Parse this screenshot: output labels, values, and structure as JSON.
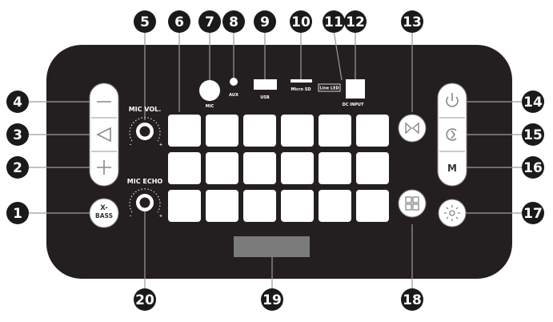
{
  "labels": {
    "mic_vol": "MIC VOL.",
    "mic_echo": "MIC ECHO",
    "mic": "MIC",
    "aux": "AUX",
    "usb": "USB",
    "micro_sd": "Micro SD",
    "line_led": "Line LED",
    "dc_input": "DC INPUT",
    "xbass_line1": "X-",
    "xbass_line2": "BASS",
    "mode_letter": "M",
    "knob_minus": "-",
    "knob_plus": "+"
  },
  "callouts": [
    "1",
    "2",
    "3",
    "4",
    "5",
    "6",
    "7",
    "8",
    "9",
    "10",
    "11",
    "12",
    "13",
    "14",
    "15",
    "16",
    "17",
    "18",
    "19",
    "20"
  ],
  "colors": {
    "panel": "#231f20",
    "callout": "#1a1a1a",
    "pad": "#ffffff",
    "leader": "#9a9a9a",
    "button": "#ffffff"
  },
  "icons": {
    "button_4": "minus-icon",
    "button_3": "play-previous-icon",
    "button_2": "plus-icon",
    "button_13": "play-pause-icon",
    "button_14": "power-icon",
    "button_15": "bluetooth-icon",
    "button_17": "light-icon",
    "button_18": "grid-icon"
  },
  "pad_grid": {
    "rows": 3,
    "cols": 6
  }
}
